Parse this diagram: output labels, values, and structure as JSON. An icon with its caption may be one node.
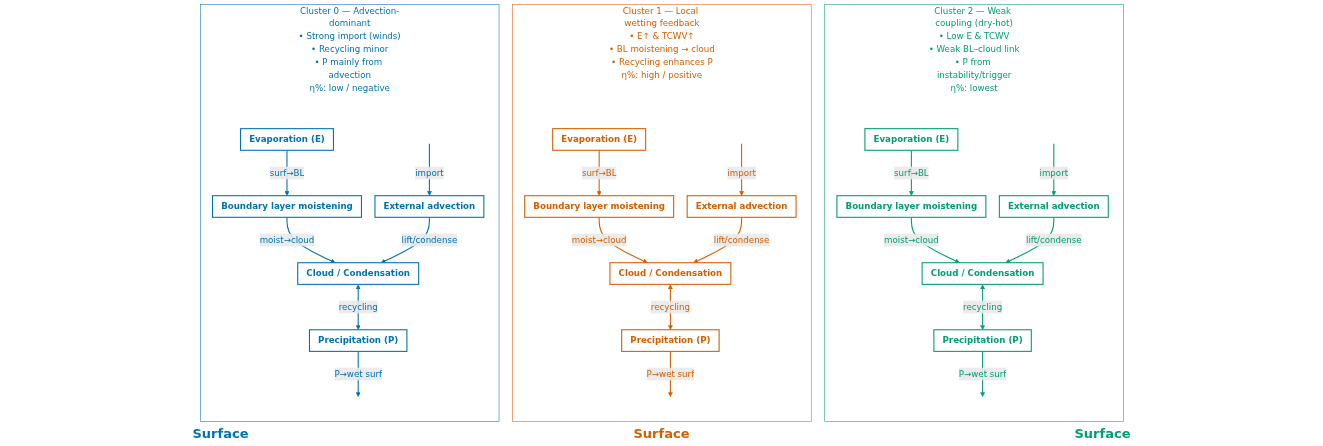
{
  "diagram": {
    "nodes": [
      {
        "text": [
          "Cluster 0 — Advection-dominant",
          "• Strong import (winds)",
          "• Recycling minor",
          "• P mainly from advection",
          "η%: low / negative"
        ]
      },
      {
        "text": [
          "Cloud / Condensation"
        ],
        "in": 0
      },
      {
        "text": [
          "Boundary layer moistening"
        ],
        "in": 0
      },
      {
        "text": [
          "External advection"
        ],
        "in": 0
      },
      {
        "text": [
          "Precipitation (P)"
        ],
        "in": 0
      },
      {
        "text": [
          "Evaporation (E)"
        ],
        "in": 0
      },
      {
        "text": [
          "Cluster 1 — Local wetting feedback",
          "• E↑ & TCWV↑",
          "• BL moistening → cloud",
          "• Recycling enhances P",
          "η%: high / positive"
        ]
      },
      {
        "text": [
          "Cloud / Condensation"
        ],
        "in": 6
      },
      {
        "text": [
          "Boundary layer moistening"
        ],
        "in": 6
      },
      {
        "text": [
          "External advection"
        ],
        "in": 6
      },
      {
        "text": [
          "Precipitation (P)"
        ],
        "in": 6
      },
      {
        "text": [
          "Evaporation (E)"
        ],
        "in": 6
      },
      {
        "text": [
          "Cluster 2 — Weak coupling (dry-hot)",
          "• Low E & TCWV",
          "• Weak BL–cloud link",
          "• P from instability/trigger",
          "η%: lowest"
        ]
      },
      {
        "text": [
          "Cloud / Condensation"
        ],
        "in": 12
      },
      {
        "text": [
          "Boundary layer moistening"
        ],
        "in": 12
      },
      {
        "text": [
          "External advection"
        ],
        "in": 12
      },
      {
        "text": [
          "Precipitation (P)"
        ],
        "in": 12
      },
      {
        "text": [
          "Evaporation (E)"
        ],
        "in": 12
      }
    ],
    "edges": [
      {
        "from": 5,
        "to": 2,
        "arrow": "to",
        "label": "surf→BL",
        "color": "#0072b2"
      },
      {
        "from": 2,
        "to": 1,
        "arrow": "to",
        "label": "moist→cloud",
        "color": "#0072b2"
      },
      {
        "from": null,
        "to": 3,
        "arrow": "to",
        "label": "import",
        "color": "#0072b2"
      },
      {
        "from": 3,
        "to": 1,
        "arrow": "to",
        "label": "lift/condense",
        "color": "#0072b2"
      },
      {
        "from": 1,
        "to": 4,
        "arrow": "both",
        "label": "recycling",
        "color": "#0072b2"
      },
      {
        "from": 4,
        "to": null,
        "arrow": "to",
        "label": "P→wet surf",
        "color": "#0072b2"
      },
      {
        "from": 11,
        "to": 8,
        "arrow": "to",
        "label": "surf→BL",
        "color": "#d55e00"
      },
      {
        "from": 8,
        "to": 7,
        "arrow": "to",
        "label": "moist→cloud",
        "color": "#d55e00"
      },
      {
        "from": null,
        "to": 9,
        "arrow": "to",
        "label": "import",
        "color": "#d55e00"
      },
      {
        "from": 9,
        "to": 7,
        "arrow": "to",
        "label": "lift/condense",
        "color": "#d55e00"
      },
      {
        "from": 7,
        "to": 10,
        "arrow": "both",
        "label": "recycling",
        "color": "#d55e00"
      },
      {
        "from": 10,
        "to": null,
        "arrow": "to",
        "label": "P→wet surf",
        "color": "#d55e00"
      },
      {
        "from": 17,
        "to": 14,
        "arrow": "to",
        "label": "surf→BL",
        "color": "#009e73"
      },
      {
        "from": 14,
        "to": 13,
        "arrow": "to",
        "label": "moist→cloud",
        "color": "#009e73"
      },
      {
        "from": null,
        "to": 15,
        "arrow": "to",
        "label": "import",
        "color": "#009e73"
      },
      {
        "from": 15,
        "to": 13,
        "arrow": "to",
        "label": "lift/condense",
        "color": "#009e73"
      },
      {
        "from": 13,
        "to": 16,
        "arrow": "both",
        "label": "recycling",
        "color": "#009e73"
      },
      {
        "from": 16,
        "to": null,
        "arrow": "to",
        "label": "P→wet surf",
        "color": "#009e73"
      }
    ],
    "labels": [
      "Surface",
      "Surface",
      "Surface"
    ]
  }
}
